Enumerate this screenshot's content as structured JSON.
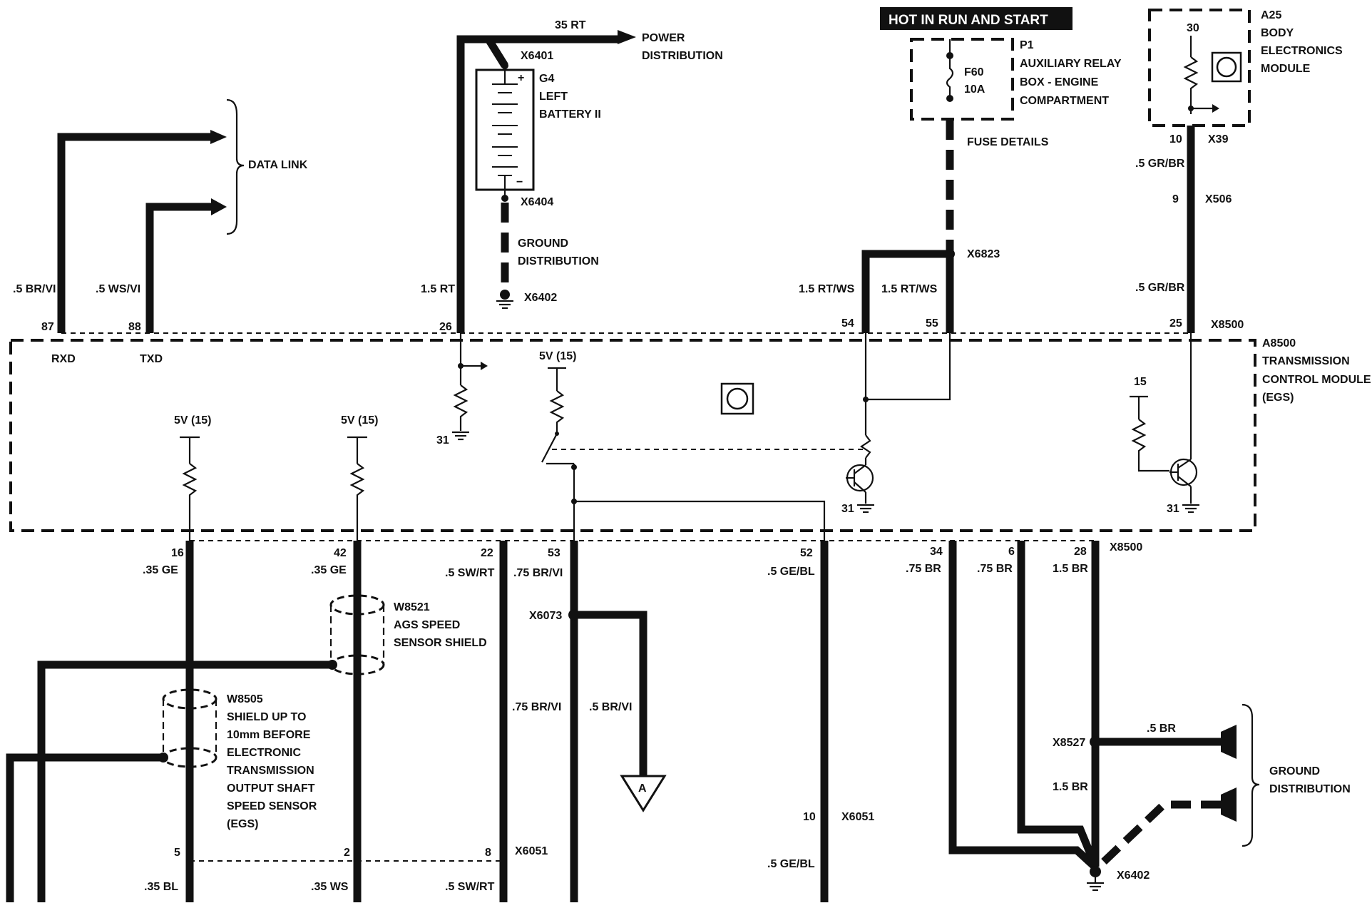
{
  "header": {
    "hot_in_run": "HOT IN RUN AND START"
  },
  "battery": {
    "wire_top": "35 RT",
    "power_dist": [
      "POWER",
      "DISTRIBUTION"
    ],
    "conn_top": "X6401",
    "name": [
      "G4",
      "LEFT",
      "BATTERY II"
    ],
    "conn_bottom": "X6404",
    "ground_dist": [
      "GROUND",
      "DISTRIBUTION"
    ],
    "ground_conn": "X6402",
    "wire_pin": "1.5 RT",
    "pin": "26",
    "plus": "+",
    "minus": "−"
  },
  "datalink": {
    "label": "DATA LINK",
    "wire_rxd": ".5 BR/VI",
    "wire_txd": ".5 WS/VI",
    "pin_rxd": "87",
    "pin_txd": "88",
    "rxd": "RXD",
    "txd": "TXD"
  },
  "fuse": {
    "box": [
      "P1",
      "AUXILIARY RELAY",
      "BOX - ENGINE",
      "COMPARTMENT"
    ],
    "id": "F60",
    "rating": "10A",
    "details": "FUSE DETAILS",
    "splice": "X6823",
    "wire_left": "1.5 RT/WS",
    "wire_right": "1.5 RT/WS",
    "pin_left": "54",
    "pin_right": "55"
  },
  "body_module": {
    "name": [
      "A25",
      "BODY",
      "ELECTRONICS",
      "MODULE"
    ],
    "pin_top": "30",
    "pin10": "10",
    "conn_x39": "X39",
    "wire1": ".5 GR/BR",
    "pin9": "9",
    "conn_x506": "X506",
    "wire2": ".5 GR/BR",
    "pin25": "25",
    "conn_x8500": "X8500"
  },
  "tcm": {
    "name": [
      "A8500",
      "TRANSMISSION",
      "CONTROL MODULE",
      "(EGS)"
    ],
    "v5_a": "5V (15)",
    "v5_b": "5V (15)",
    "v5_c": "5V (15)",
    "gnd_a": "31",
    "gnd_b": "31",
    "gnd_c": "31",
    "pin15": "15"
  },
  "bottom": {
    "p16": "16",
    "w16": ".35 GE",
    "p42": "42",
    "w42": ".35 GE",
    "p22": "22",
    "w22": ".5 SW/RT",
    "p53": "53",
    "w53": ".75 BR/VI",
    "p52": "52",
    "w52": ".5 GE/BL",
    "p34": "34",
    "w34": ".75 BR",
    "p6": "6",
    "w6": ".75 BR",
    "p28": "28",
    "w28": "1.5 BR",
    "conn": "X8500"
  },
  "shields": {
    "w8521": [
      "W8521",
      "AGS SPEED",
      "SENSOR SHIELD"
    ],
    "w8505": [
      "W8505",
      "SHIELD UP TO",
      "10mm BEFORE",
      "ELECTRONIC",
      "TRANSMISSION",
      "OUTPUT SHAFT",
      "SPEED SENSOR",
      "(EGS)"
    ]
  },
  "x6073": {
    "splice": "X6073",
    "wire_main": ".75 BR/VI",
    "wire_branch": ".5 BR/VI",
    "ref": "A"
  },
  "connector_x6051": {
    "p5": "5",
    "p2": "2",
    "p8": "8",
    "conn": "X6051",
    "w5": ".35 BL",
    "w2": ".35 WS",
    "w8": ".5 SW/RT",
    "p10": "10",
    "conn2": "X6051",
    "w10": ".5 GE/BL"
  },
  "ground_right": {
    "conn": "X8527",
    "wire_top": ".5 BR",
    "wire_mid": "1.5 BR",
    "ground": "X6402",
    "dist": [
      "GROUND",
      "DISTRIBUTION"
    ]
  }
}
